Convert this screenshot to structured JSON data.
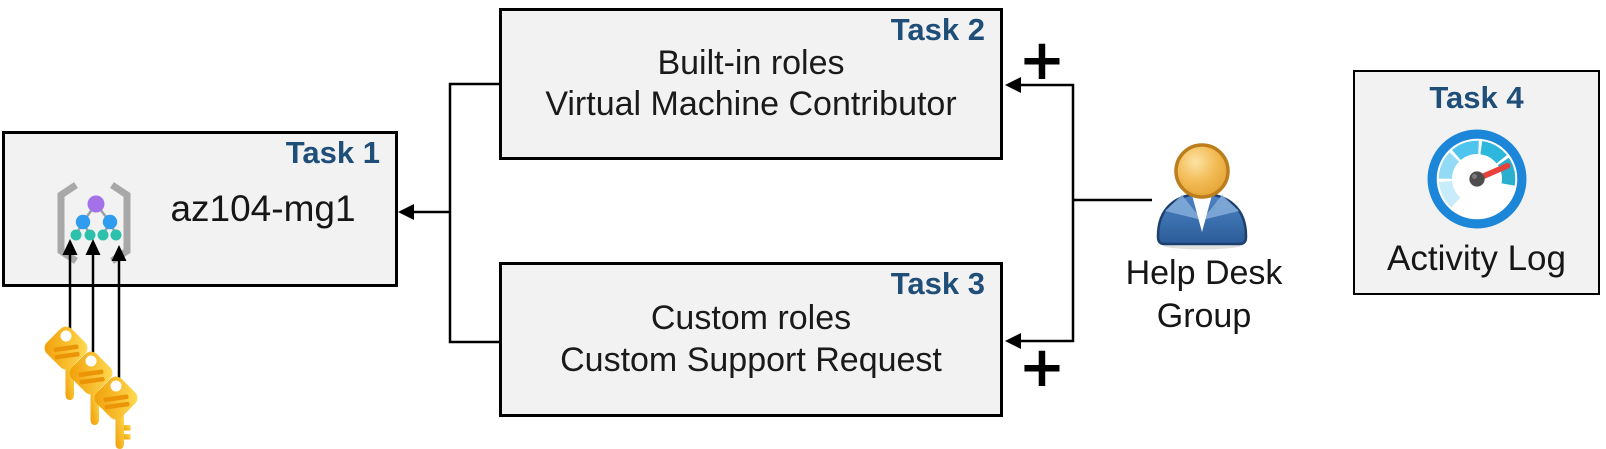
{
  "task1": {
    "label": "Task 1",
    "name": "az104-mg1",
    "icon": "management-group-icon"
  },
  "task2": {
    "label": "Task 2",
    "line1": "Built-in roles",
    "line2": "Virtual Machine Contributor"
  },
  "task3": {
    "label": "Task 3",
    "line1": "Custom roles",
    "line2": "Custom Support Request"
  },
  "task4": {
    "label": "Task 4",
    "caption": "Activity Log",
    "icon": "gauge-icon"
  },
  "actor": {
    "line1": "Help Desk",
    "line2": "Group",
    "icon": "user-icon"
  },
  "keys": {
    "icon": "keys-icon",
    "count": 3
  },
  "plus": {
    "top": "+",
    "bottom": "+"
  },
  "colors": {
    "task_label": "#1f4e79",
    "box_fill": "#f2f2f2",
    "box_border": "#000000",
    "connector": "#000000",
    "mg_purple": "#a571e8",
    "mg_blue": "#2f9cf0",
    "mg_teal": "#2dc1ac",
    "bracket_gray": "#a8a8a8",
    "key_gold_light": "#ffdd55",
    "key_gold_dark": "#f09c05",
    "key_stripe": "#ec9408",
    "gauge_ring": "#1c86d9",
    "needle_red": "#e8413c",
    "hub_gray": "#4d4d4d",
    "person_body_blue": "#36639f",
    "person_head_gold": "#eaa93c"
  }
}
